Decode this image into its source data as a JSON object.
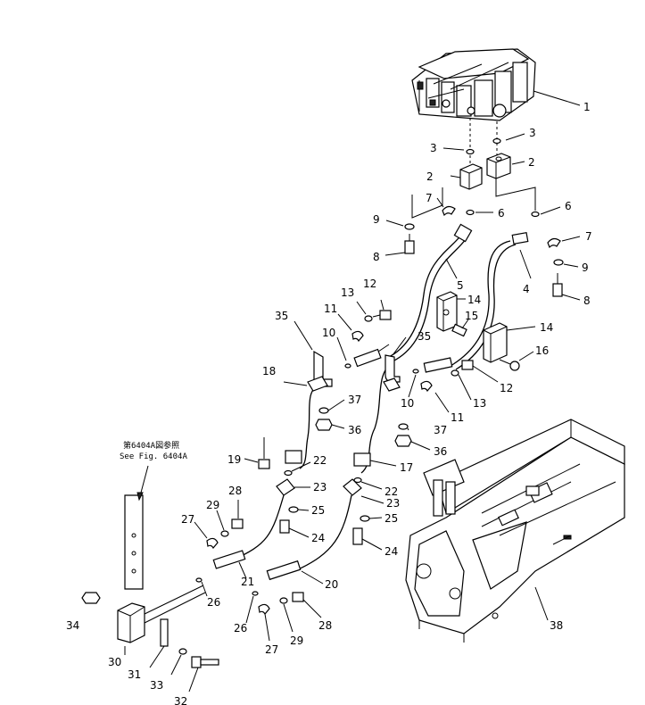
{
  "reference": {
    "line1": "第6404A図参照",
    "line2": "See Fig. 6404A"
  },
  "labels": [
    {
      "id": "1",
      "text": "1"
    },
    {
      "id": "2a",
      "text": "2"
    },
    {
      "id": "2b",
      "text": "2"
    },
    {
      "id": "3a",
      "text": "3"
    },
    {
      "id": "3b",
      "text": "3"
    },
    {
      "id": "4",
      "text": "4"
    },
    {
      "id": "5",
      "text": "5"
    },
    {
      "id": "6a",
      "text": "6"
    },
    {
      "id": "6b",
      "text": "6"
    },
    {
      "id": "7a",
      "text": "7"
    },
    {
      "id": "7b",
      "text": "7"
    },
    {
      "id": "8a",
      "text": "8"
    },
    {
      "id": "8b",
      "text": "8"
    },
    {
      "id": "9a",
      "text": "9"
    },
    {
      "id": "9b",
      "text": "9"
    },
    {
      "id": "10a",
      "text": "10"
    },
    {
      "id": "10b",
      "text": "10"
    },
    {
      "id": "11a",
      "text": "11"
    },
    {
      "id": "11b",
      "text": "11"
    },
    {
      "id": "12a",
      "text": "12"
    },
    {
      "id": "12b",
      "text": "12"
    },
    {
      "id": "13a",
      "text": "13"
    },
    {
      "id": "13b",
      "text": "13"
    },
    {
      "id": "14a",
      "text": "14"
    },
    {
      "id": "14b",
      "text": "14"
    },
    {
      "id": "15",
      "text": "15"
    },
    {
      "id": "16",
      "text": "16"
    },
    {
      "id": "17",
      "text": "17"
    },
    {
      "id": "18",
      "text": "18"
    },
    {
      "id": "19",
      "text": "19"
    },
    {
      "id": "20",
      "text": "20"
    },
    {
      "id": "21",
      "text": "21"
    },
    {
      "id": "22a",
      "text": "22"
    },
    {
      "id": "22b",
      "text": "22"
    },
    {
      "id": "23a",
      "text": "23"
    },
    {
      "id": "23b",
      "text": "23"
    },
    {
      "id": "24a",
      "text": "24"
    },
    {
      "id": "24b",
      "text": "24"
    },
    {
      "id": "25a",
      "text": "25"
    },
    {
      "id": "25b",
      "text": "25"
    },
    {
      "id": "26a",
      "text": "26"
    },
    {
      "id": "26b",
      "text": "26"
    },
    {
      "id": "27a",
      "text": "27"
    },
    {
      "id": "27b",
      "text": "27"
    },
    {
      "id": "28a",
      "text": "28"
    },
    {
      "id": "28b",
      "text": "28"
    },
    {
      "id": "29a",
      "text": "29"
    },
    {
      "id": "29b",
      "text": "29"
    },
    {
      "id": "30",
      "text": "30"
    },
    {
      "id": "31",
      "text": "31"
    },
    {
      "id": "32",
      "text": "32"
    },
    {
      "id": "33",
      "text": "33"
    },
    {
      "id": "34",
      "text": "34"
    },
    {
      "id": "35a",
      "text": "35"
    },
    {
      "id": "35b",
      "text": "35"
    },
    {
      "id": "36a",
      "text": "36"
    },
    {
      "id": "36b",
      "text": "36"
    },
    {
      "id": "37a",
      "text": "37"
    },
    {
      "id": "37b",
      "text": "37"
    },
    {
      "id": "38",
      "text": "38"
    }
  ]
}
